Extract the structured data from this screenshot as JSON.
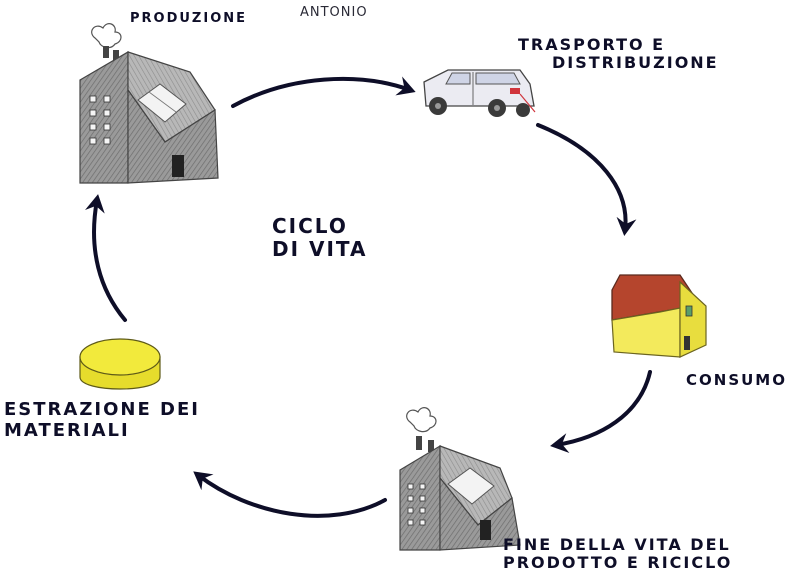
{
  "author": "ANTONIO",
  "center_title": {
    "line1": "CICLO",
    "line2": "DI VITA"
  },
  "stages": [
    {
      "id": "produzione",
      "line1": "PRODUZIONE",
      "line2": "",
      "icon": "factory-icon"
    },
    {
      "id": "trasporto",
      "line1": "TRASPORTO E",
      "line2": "DISTRIBUZIONE",
      "icon": "car-icon"
    },
    {
      "id": "consumo",
      "line1": "CONSUMO",
      "line2": "",
      "icon": "house-icon"
    },
    {
      "id": "fine-vita",
      "line1": "FINE DELLA VITA DEL",
      "line2": "PRODOTTO E RICICLO",
      "icon": "factory-icon"
    },
    {
      "id": "estrazione",
      "line1": "ESTRAZIONE DEI",
      "line2": "MATERIALI",
      "icon": "material-disc-icon"
    }
  ],
  "colors": {
    "ink": "#0e0e28",
    "pencil_gray": "#8a8a8a",
    "roof_red": "#b5452d",
    "house_yellow": "#f3ea5c",
    "disc_yellow": "#f2ea3c",
    "car_red": "#d0343c"
  }
}
